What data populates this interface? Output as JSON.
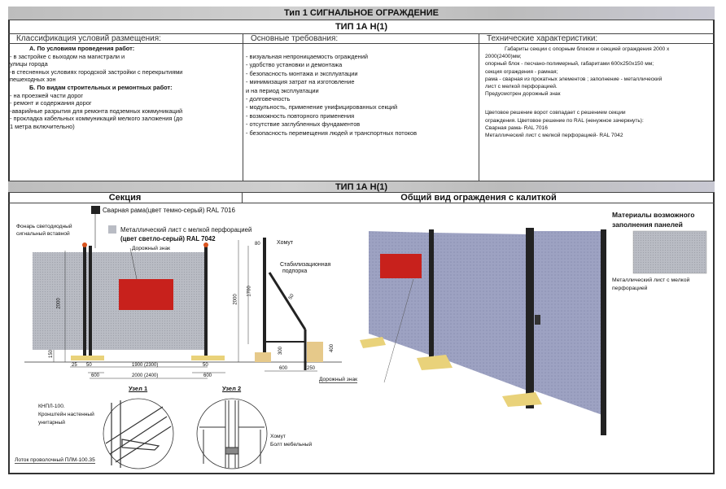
{
  "title": "Тип 1  СИГНАЛЬНОЕ ОГРАЖДЕНИЕ",
  "subtitle": "ТИП 1А Н(1)",
  "columns": {
    "classification": {
      "header": "Классификация условий размещения:",
      "heading_a": "А. По условиям проведения работ:",
      "items_a": [
        "- в застройке с выходом на магистрали и",
        "улицы города",
        "-в стесненных условиях городской застройки с перекрытиями",
        "пешеходных зон"
      ],
      "heading_b": "Б. По видам строительных и ремонтных работ:",
      "items_b": [
        "- на проезжей части дорог",
        "- ремонт и содержания дорог",
        "-аварийные разрытия для ремонта подземных коммуникаций",
        "- прокладка кабельных коммуникаций мелкого заложения  (до",
        "1 метра включительно)"
      ]
    },
    "requirements": {
      "header": "Основные требования:",
      "items": [
        "- визуальная непроницаемость ограждений",
        "- удобство установки и демонтажа",
        "- безопасность монтажа и эксплуатации",
        "- минимизация затрат на изготовление",
        "  и на период эксплуатации",
        "- долговечность",
        "- модульность, применение унифицированных секций",
        "- возможность повторного применения",
        "- отсутствие заглубленных фундаментов",
        "- безопасность перемещения людей и транспортных потоков"
      ]
    },
    "specs": {
      "header": "Технические характеристики:",
      "lines": [
        "Габариты секции с опорным блоком и секцией ограждения  2000 x",
        "2000(2400)мм;",
        "опорный блок - песчано-полимерный, габаритами 600x250x150 мм;",
        "секция ограждения - рамная;",
        "рама - сварная из прокатных элементов ; заполнение - металлический",
        "лист с мелкой перфорацией.",
        "Предусмотрен дорожный знак"
      ],
      "color_lines": [
        "Цветовое решение ворот совпадает с решением секции",
        "ограждения. Цветовое решение по RAL (ненужное зачеркнуть):",
        "Сварная рама- RAL 7016",
        "Металлический лист с мелкой перфорацией-  RAL 7042"
      ]
    }
  },
  "section2": {
    "bar": "ТИП 1А Н(1)",
    "left_header": "Секция",
    "right_header": "Общий вид ограждения с калиткой"
  },
  "section_drawing": {
    "legend_frame": "Сварная рама(цвет темно-серый) RAL 7016",
    "legend_sheet_1": "Металлический лист с мелкой перфорацией",
    "legend_sheet_2": "(цвет светло-серый) RAL 7042",
    "lamp_1": "Фонарь светодиодный",
    "lamp_2": "сигнальный вставной",
    "road_sign": "Дорожный знак",
    "clamp": "Хомут",
    "brace_1": "Стабилизационная",
    "brace_2": "подпорка",
    "dims": {
      "h": "2000",
      "base": "150",
      "d25": "25",
      "d50a": "50",
      "d1900": "1900 (2300)",
      "d50b": "50",
      "d600a": "600",
      "d2000": "2000 (2400)",
      "d600b": "600",
      "side_2000": "2000",
      "side_1700": "1700",
      "side_80": "80",
      "side_50": "50",
      "side_300": "300",
      "side_400": "400",
      "side_600": "600",
      "side_250": "250"
    }
  },
  "nodes": {
    "node1": "Узел 1",
    "node2": "Узел 2",
    "bracket_1": "КНПЛ-100.",
    "bracket_2": "Кронштейн настенный",
    "bracket_3": "унитарный",
    "tray": "Лоток проволочный ПЛМ-100.35",
    "clamp": "Хомут",
    "bolt": "Болт мебельный"
  },
  "general_view": {
    "road_sign": "Дорожный знак",
    "materials_title_1": "Материалы возможного",
    "materials_title_2": "заполнения панелей",
    "material_caption_1": "Металлический лист с мелкой",
    "material_caption_2": "перфорацией"
  },
  "colors": {
    "frame": "#2b2b2b",
    "sheet": "#b9bcc4",
    "sign": "#c8211c",
    "block": "#e9d27a",
    "panel3d": "#9a9fc0"
  }
}
